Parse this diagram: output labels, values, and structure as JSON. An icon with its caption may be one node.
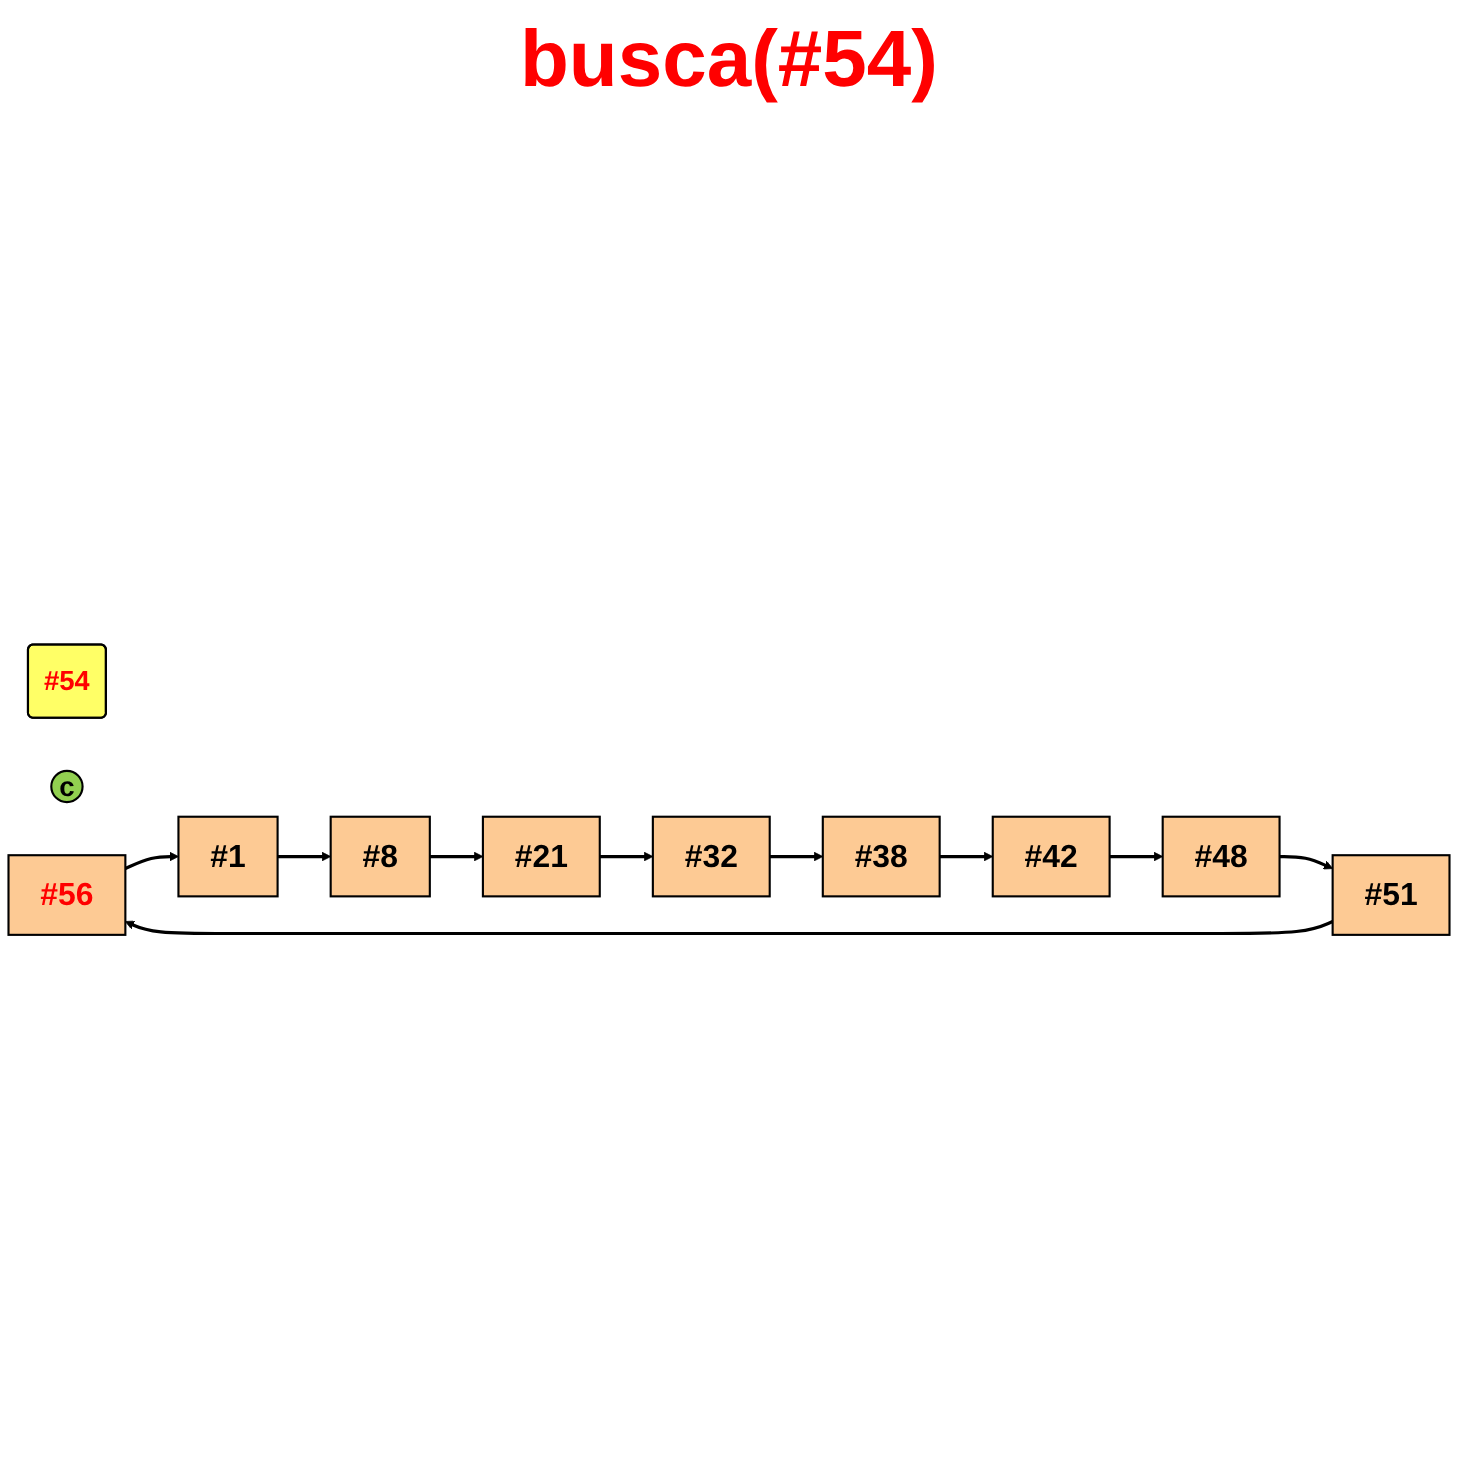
{
  "diagram": {
    "nodes": [
      {
        "text": [
          "#54"
        ]
      },
      {
        "text": [
          "c"
        ]
      },
      {
        "text": [
          "#56"
        ]
      },
      {
        "text": [
          "#1"
        ]
      },
      {
        "text": [
          "#8"
        ]
      },
      {
        "text": [
          "#21"
        ]
      },
      {
        "text": [
          "#32"
        ]
      },
      {
        "text": [
          "#38"
        ]
      },
      {
        "text": [
          "#42"
        ]
      },
      {
        "text": [
          "#48"
        ]
      },
      {
        "text": [
          "#51"
        ]
      }
    ],
    "edges": [
      {
        "from": 2,
        "to": 3,
        "arrow": "to"
      },
      {
        "from": 3,
        "to": 4,
        "arrow": "to"
      },
      {
        "from": 4,
        "to": 5,
        "arrow": "to"
      },
      {
        "from": 5,
        "to": 6,
        "arrow": "to"
      },
      {
        "from": 6,
        "to": 7,
        "arrow": "to"
      },
      {
        "from": 7,
        "to": 8,
        "arrow": "to"
      },
      {
        "from": 8,
        "to": 9,
        "arrow": "to"
      },
      {
        "from": 9,
        "to": 10,
        "arrow": "to"
      },
      {
        "from": 10,
        "to": 2,
        "arrow": "to"
      }
    ],
    "labels": [
      "busca(#54)"
    ]
  }
}
